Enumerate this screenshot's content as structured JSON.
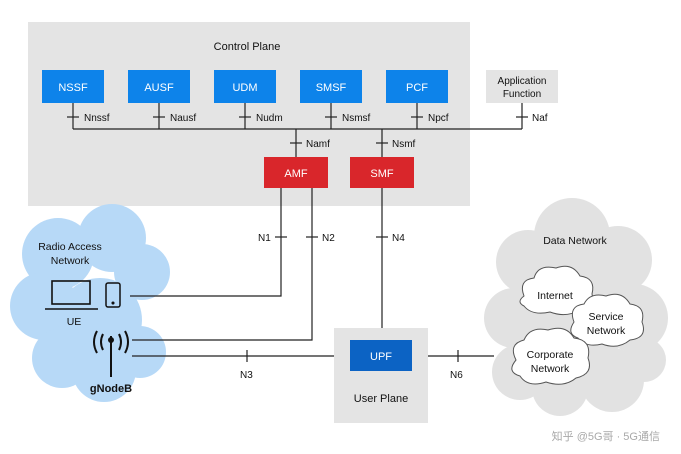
{
  "control_plane": {
    "title": "Control Plane",
    "functions": [
      {
        "name": "NSSF",
        "interface": "Nnssf"
      },
      {
        "name": "AUSF",
        "interface": "Nausf"
      },
      {
        "name": "UDM",
        "interface": "Nudm"
      },
      {
        "name": "SMSF",
        "interface": "Nsmsf"
      },
      {
        "name": "PCF",
        "interface": "Npcf"
      }
    ],
    "app_function": {
      "line1": "Application",
      "line2": "Function",
      "interface": "Naf"
    },
    "amf": {
      "name": "AMF",
      "interface": "Namf"
    },
    "smf": {
      "name": "SMF",
      "interface": "Nsmf"
    }
  },
  "ran": {
    "title_line1": "Radio Access",
    "title_line2": "Network",
    "ue_label": "UE",
    "gnodeb_label": "gNodeB"
  },
  "user_plane": {
    "upf": "UPF",
    "title": "User Plane"
  },
  "data_network": {
    "title": "Data Network",
    "internet": "Internet",
    "service_line1": "Service",
    "service_line2": "Network",
    "corporate_line1": "Corporate",
    "corporate_line2": "Network"
  },
  "links": {
    "n1": "N1",
    "n2": "N2",
    "n3": "N3",
    "n4": "N4",
    "n6": "N6"
  },
  "watermark": "知乎 @5G哥 · 5G通信",
  "colors": {
    "nf_blue": "#0d83ea",
    "amf_red": "#d9262b",
    "upf_blue": "#0c63c4",
    "panel_gray": "#e4e4e4",
    "cloud_blue": "#b7d9f7",
    "cloud_gray": "#e2e2e2",
    "line": "#222222"
  }
}
